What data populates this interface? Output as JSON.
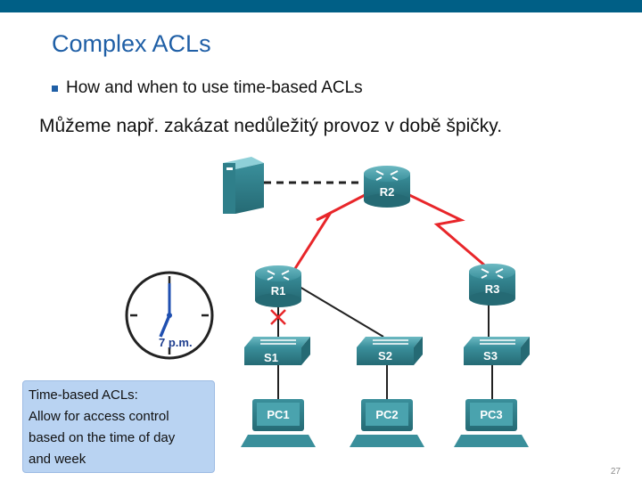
{
  "slide": {
    "title": "Complex ACLs",
    "bullet": "How and when to use time-based ACLs",
    "subtitle": "Můžeme např. zakázat nedůležitý provoz v době špičky.",
    "page_number": "27"
  },
  "diagram": {
    "routers": [
      {
        "label": "R2"
      },
      {
        "label": "R1"
      },
      {
        "label": "R3"
      }
    ],
    "switches": [
      {
        "label": "S1"
      },
      {
        "label": "S2"
      },
      {
        "label": "S3"
      }
    ],
    "pcs": [
      {
        "label": "PC1"
      },
      {
        "label": "PC2"
      },
      {
        "label": "PC3"
      }
    ],
    "clock_label": "7 p.m.",
    "colors": {
      "device": "#3a8f9b",
      "wan_link": "#e8262a",
      "blocked_mark": "#e8262a",
      "infobox": "#b9d3f2",
      "title": "#1f5fa6",
      "topbar": "#005f86"
    }
  },
  "infobox": {
    "lines": [
      "Time-based ACLs:",
      "Allow for access control",
      "based on the time of day",
      "and week"
    ]
  }
}
